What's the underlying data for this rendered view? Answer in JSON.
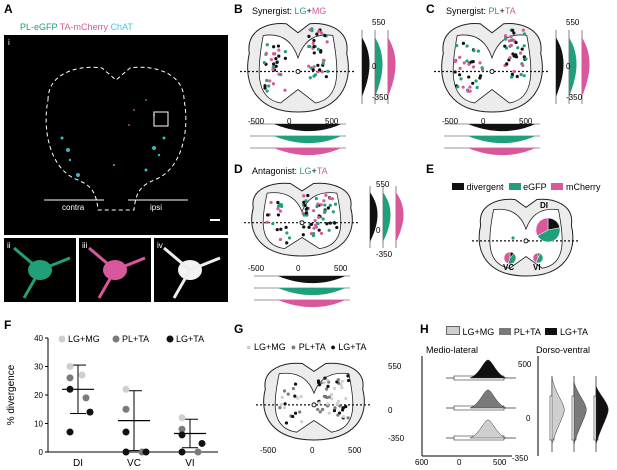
{
  "panels": {
    "A": {
      "label": "A",
      "legend": {
        "pl": "PL-eGFP",
        "ta": "TA-mCherry",
        "chat": "ChAT"
      },
      "roman_main": "i",
      "contra": "contra",
      "ipsi": "ipsi",
      "insets": [
        "ii",
        "iii",
        "iv"
      ]
    },
    "B": {
      "label": "B",
      "prefix": "Synergist: ",
      "m1": "LG",
      "plus": "+",
      "m2": "MG",
      "ytop": "550",
      "ymid": "0",
      "ybot": "-350",
      "xl": "-500",
      "xm": "0",
      "xr": "500"
    },
    "C": {
      "label": "C",
      "prefix": "Synergist: ",
      "m1": "PL",
      "plus": "+",
      "m2": "TA",
      "ytop": "550",
      "ymid": "0",
      "ybot": "-350",
      "xl": "-500",
      "xm": "0",
      "xr": "500"
    },
    "D": {
      "label": "D",
      "prefix": "Antagonist: ",
      "m1": "LG",
      "plus": "+",
      "m2": "TA",
      "ytop": "550",
      "ymid": "0",
      "ybot": "-350",
      "xl": "-500",
      "xm": "0",
      "xr": "500"
    },
    "E": {
      "label": "E",
      "legend": [
        "divergent",
        "eGFP",
        "mCherry"
      ],
      "regions": [
        "DI",
        "VC",
        "VI"
      ]
    },
    "F": {
      "label": "F"
    },
    "G": {
      "label": "G",
      "legend": [
        "LG+MG",
        "PL+TA",
        "LG+TA"
      ],
      "ytop": "550",
      "ymid": "0",
      "ybot": "-350",
      "xl": "-500",
      "xm": "0",
      "xr": "500"
    },
    "H": {
      "label": "H",
      "legend": [
        "LG+MG",
        "PL+TA",
        "LG+TA"
      ],
      "ml_title": "Medio-lateral",
      "dv_title": "Dorso-ventral",
      "ml_ticks": [
        "600",
        "0",
        "500"
      ],
      "dv_ticks": [
        "500",
        "0",
        "-350"
      ]
    }
  },
  "colors": {
    "egfp": "#1fa07a",
    "mcherry": "#d9589c",
    "divergent": "#111111",
    "chat": "#3fc9d6",
    "lgmg": "#cfcfcf",
    "plta": "#7a7a7a",
    "lgta": "#111111"
  },
  "chart_data": {
    "type": "scatter",
    "ylabel": "% divergence",
    "categories": [
      "DI",
      "VC",
      "VI"
    ],
    "legend": [
      "LG+MG",
      "PL+TA",
      "LG+TA"
    ],
    "ylim": [
      0,
      40
    ],
    "yticks": [
      "0",
      "10",
      "20",
      "30",
      "40"
    ],
    "series": [
      {
        "name": "LG+MG",
        "values": [
          [
            30,
            27
          ],
          [
            22
          ],
          [
            12
          ]
        ]
      },
      {
        "name": "PL+TA",
        "values": [
          [
            26,
            19
          ],
          [
            15,
            0
          ],
          [
            8,
            0
          ]
        ]
      },
      {
        "name": "LG+TA",
        "values": [
          [
            22,
            14,
            7
          ],
          [
            7,
            0,
            0
          ],
          [
            6,
            3,
            0
          ]
        ]
      }
    ],
    "means": [
      22,
      11,
      6.5
    ],
    "sd": [
      8.5,
      10.5,
      5
    ]
  }
}
